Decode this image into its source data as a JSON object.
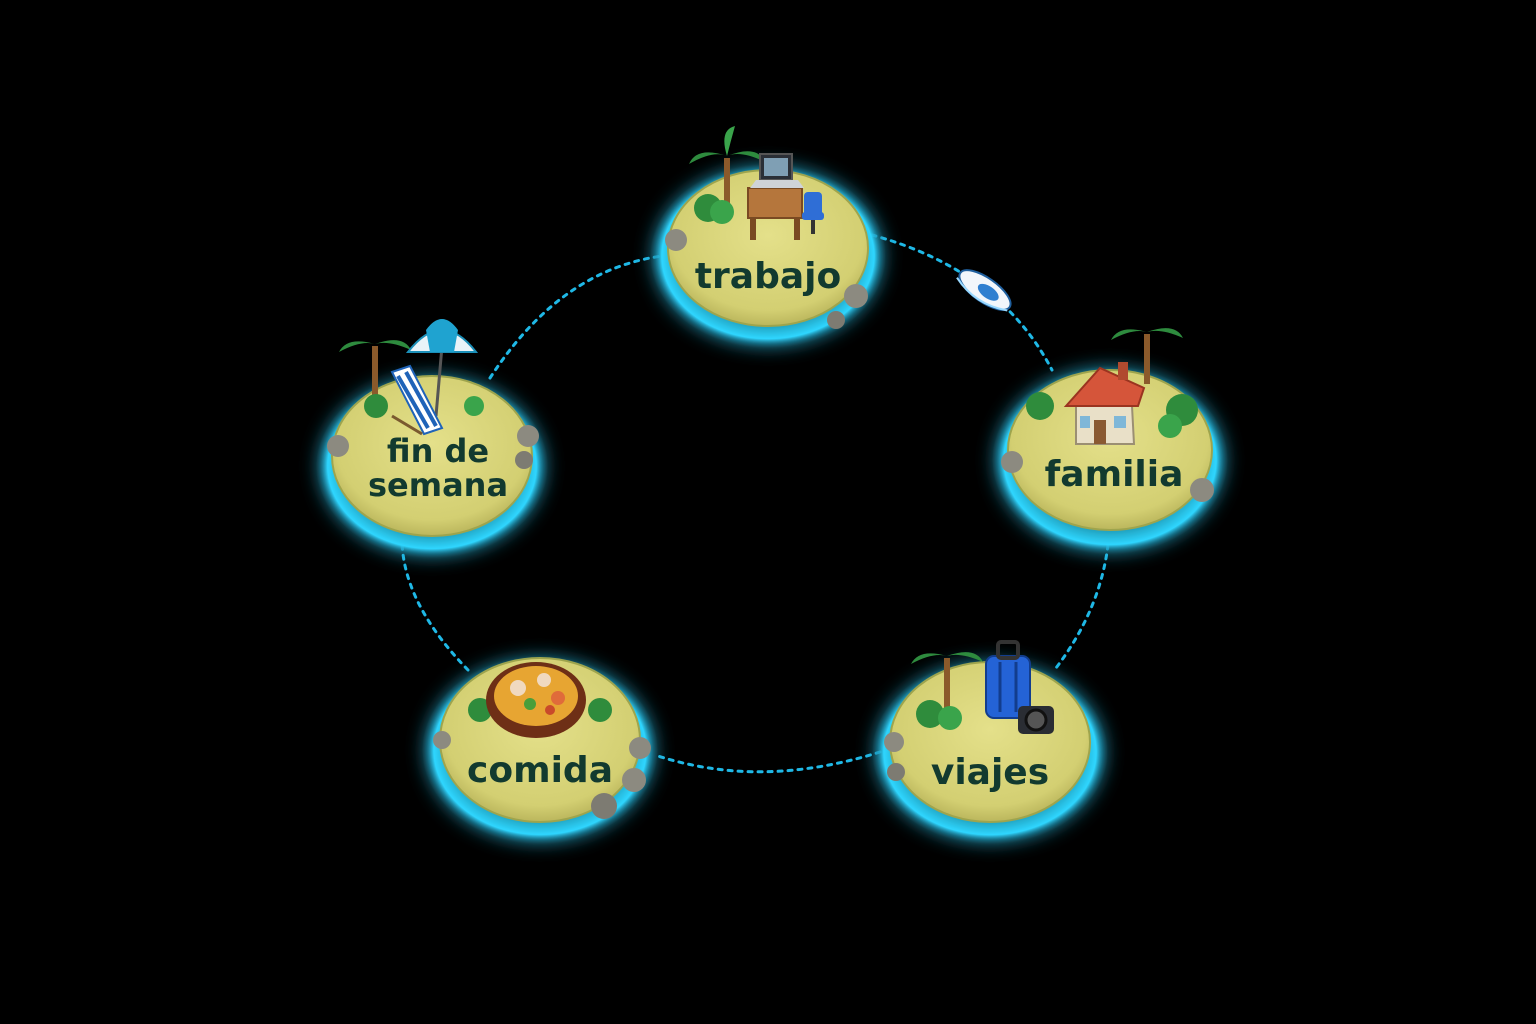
{
  "colors": {
    "background": "#000000",
    "path": "#1fb8e6",
    "glow": "#2fd6ff",
    "sand": "#d6d37a",
    "sand_shadow": "#b9b45d",
    "label": "#123a2f"
  },
  "islands": [
    {
      "id": "trabajo",
      "label": "trabajo",
      "icon": "laptop-desk-icon"
    },
    {
      "id": "familia",
      "label": "familia",
      "icon": "house-icon"
    },
    {
      "id": "viajes",
      "label": "viajes",
      "icon": "suitcase-camera-icon"
    },
    {
      "id": "comida",
      "label": "comida",
      "icon": "paella-icon"
    },
    {
      "id": "fin-de-semana",
      "label_line1": "fin de",
      "label_line2": "semana",
      "icon": "beach-chair-umbrella-icon"
    }
  ],
  "boat": {
    "icon": "boat-icon"
  }
}
